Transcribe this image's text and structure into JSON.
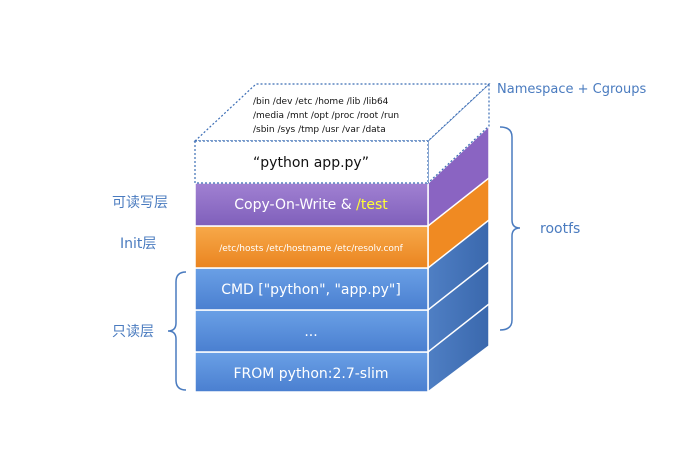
{
  "diagram": {
    "namespace_label": "Namespace + Cgroups",
    "rootfs_label": "rootfs",
    "side_labels": {
      "rw": "可读写层",
      "init": "Init层",
      "ro": "只读层"
    },
    "top_layer": {
      "paths_line1": "/bin /dev /etc /home /lib /lib64",
      "paths_line2": "/media /mnt /opt /proc /root /run",
      "paths_line3": "/sbin /sys /tmp /usr /var /data",
      "command": "“python app.py”"
    },
    "layers": {
      "rw_prefix": "Copy-On-Write & ",
      "rw_highlight": "/test",
      "init": "/etc/hosts /etc/hostname /etc/resolv.conf",
      "cmd": "CMD [\"python\", \"app.py\"]",
      "dots": "...",
      "from": "FROM python:2.7-slim"
    },
    "colors": {
      "blue": "#5b8fd6",
      "purple": "#8e6fc3",
      "orange": "#f0922e",
      "label": "#4a7bbf",
      "highlight": "#ffff33"
    }
  }
}
